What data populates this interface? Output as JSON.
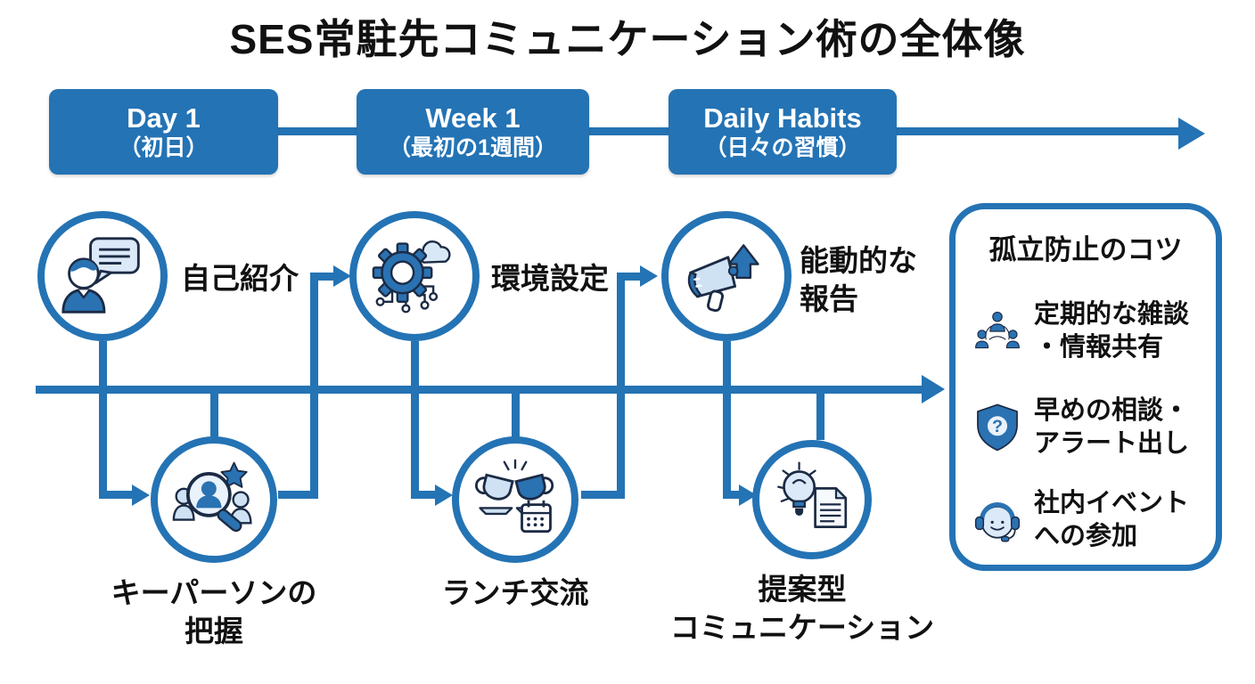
{
  "title": "SES常駐先コミュニケーション術の全体像",
  "timeline": {
    "phases": [
      {
        "label": "Day 1",
        "sublabel": "（初日）"
      },
      {
        "label": "Week 1",
        "sublabel": "（最初の1週間）"
      },
      {
        "label": "Daily Habits",
        "sublabel": "（日々の習慣）"
      }
    ]
  },
  "flow": {
    "top_nodes": [
      {
        "label": "自己紹介",
        "icon": "person-speech-icon"
      },
      {
        "label": "環境設定",
        "icon": "gear-cloud-icon"
      },
      {
        "lines": [
          "能動的な",
          "報告"
        ],
        "icon": "megaphone-up-arrow-icon"
      }
    ],
    "bottom_nodes": [
      {
        "lines": [
          "キーパーソンの",
          "把握"
        ],
        "icon": "magnifier-people-star-icon"
      },
      {
        "label": "ランチ交流",
        "icon": "coffee-cups-calendar-icon"
      },
      {
        "lines": [
          "提案型",
          "コミュニケーション"
        ],
        "icon": "lightbulb-document-icon"
      }
    ]
  },
  "tips_box": {
    "title": "孤立防止のコツ",
    "items": [
      {
        "lines": [
          "定期的な雑談",
          "・情報共有"
        ],
        "icon": "people-network-icon"
      },
      {
        "lines": [
          "早めの相談・",
          "アラート出し"
        ],
        "icon": "shield-question-icon"
      },
      {
        "lines": [
          "社内イベント",
          "への参加"
        ],
        "icon": "headset-smile-icon"
      }
    ]
  },
  "colors": {
    "primary": "#2473b4",
    "icon_mid": "#2a72b2",
    "icon_light": "#cfe2f3",
    "outline": "#1c2b45",
    "text": "#111111",
    "background": "#ffffff"
  }
}
